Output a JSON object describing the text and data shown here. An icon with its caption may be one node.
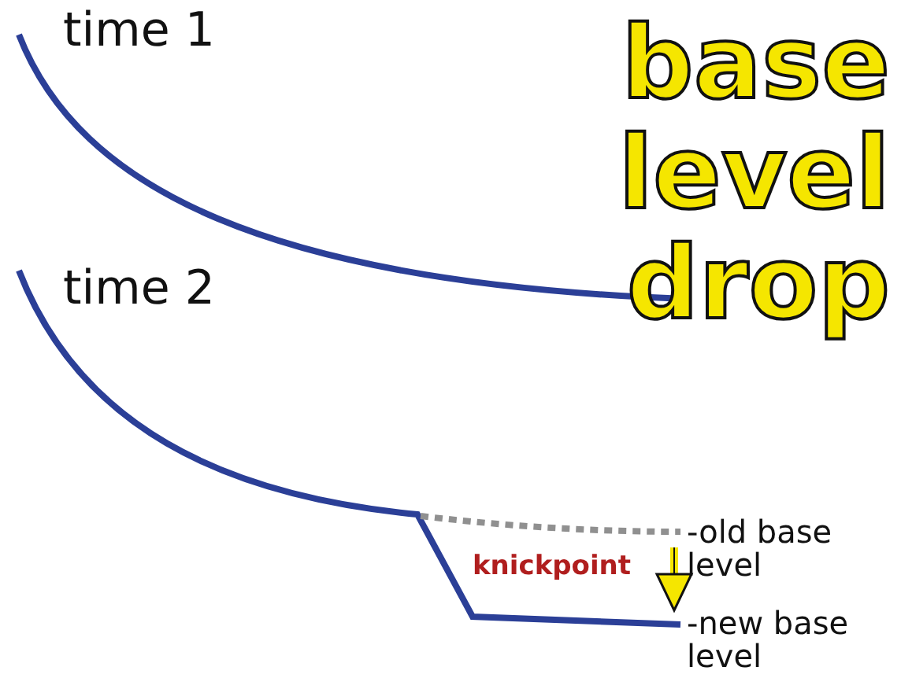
{
  "diagram": {
    "title": "base level drop",
    "labels": [
      "time 1",
      "time 2",
      "knickpoint",
      "-old base level",
      "-new base level"
    ]
  }
}
